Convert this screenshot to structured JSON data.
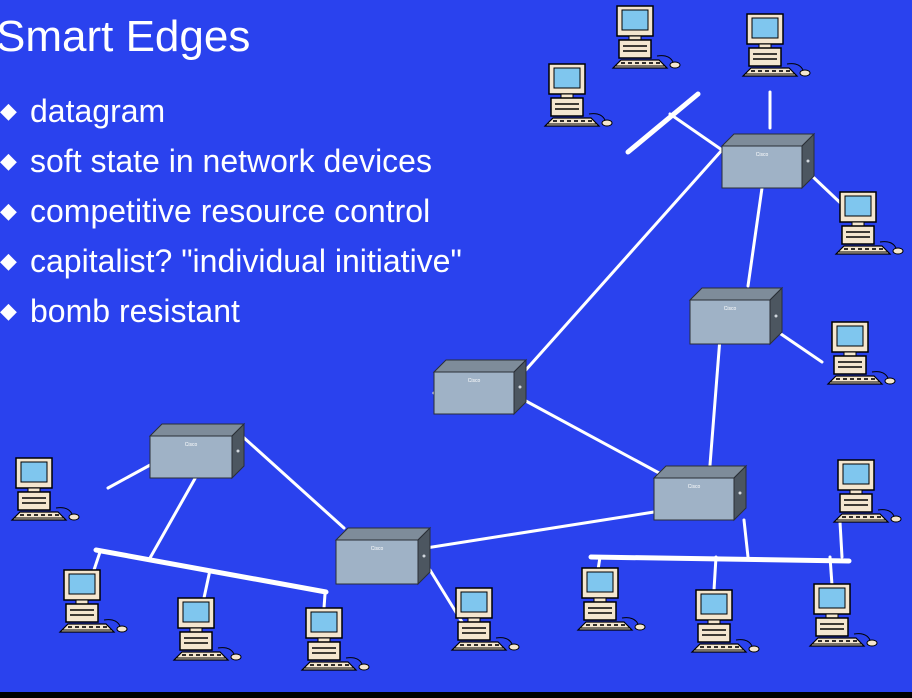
{
  "title": "Smart Edges",
  "bullets": [
    "datagram",
    "soft state in network devices",
    "competitive resource control",
    "capitalist? \"individual initiative\"",
    "bomb resistant"
  ],
  "router_brand": "Cisco",
  "icons": {
    "bullet": "diamond-bullet-icon",
    "router": "router-icon",
    "computer": "computer-icon"
  },
  "colors": {
    "background": "#2a42ee",
    "text": "#ffffff",
    "links": "#ffffff",
    "router_front": "#9fb2c6",
    "router_top": "#7e8c9a",
    "router_side": "#4c5660",
    "computer_body": "#f4e6cf",
    "computer_screen": "#7fc6ee"
  }
}
